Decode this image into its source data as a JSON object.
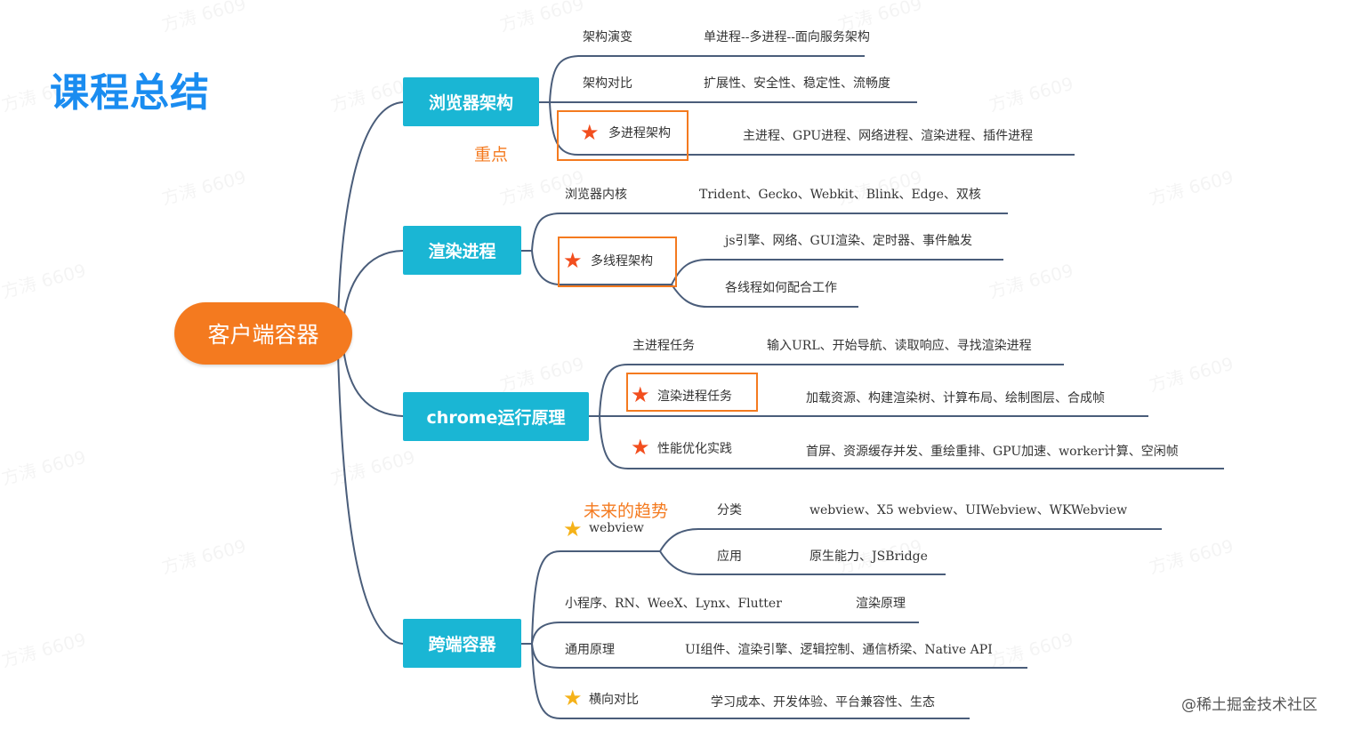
{
  "title": "课程总结",
  "root": "客户端容器",
  "branches": {
    "browser_arch": {
      "label": "浏览器架构",
      "note": "重点",
      "items": [
        {
          "label": "架构演变",
          "detail": "单进程--多进程--面向服务架构"
        },
        {
          "label": "架构对比",
          "detail": "扩展性、安全性、稳定性、流畅度"
        },
        {
          "label": "多进程架构",
          "detail": "主进程、GPU进程、网络进程、渲染进程、插件进程"
        }
      ]
    },
    "render_process": {
      "label": "渲染进程",
      "kernel": {
        "label": "浏览器内核",
        "detail": "Trident、Gecko、Webkit、Blink、Edge、双核"
      },
      "multithread": {
        "label": "多线程架构",
        "children": [
          "js引擎、网络、GUI渲染、定时器、事件触发",
          "各线程如何配合工作"
        ]
      }
    },
    "chrome": {
      "label": "chrome运行原理",
      "items": [
        {
          "label": "主进程任务",
          "detail": "输入URL、开始导航、读取响应、寻找渲染进程"
        },
        {
          "label": "渲染进程任务",
          "detail": "加载资源、构建渲染树、计算布局、绘制图层、合成帧"
        },
        {
          "label": "性能优化实践",
          "detail": "首屏、资源缓存并发、重绘重排、GPU加速、worker计算、空闲帧"
        }
      ]
    },
    "cross": {
      "label": "跨端容器",
      "note": "未来的趋势",
      "webview": {
        "label": "webview",
        "children": [
          {
            "label": "分类",
            "detail": "webview、X5 webview、UIWebview、WKWebview"
          },
          {
            "label": "应用",
            "detail": "原生能力、JSBridge"
          }
        ]
      },
      "items": [
        {
          "label": "小程序、RN、WeeX、Lynx、Flutter",
          "detail": "渲染原理"
        },
        {
          "label": "通用原理",
          "detail": "UI组件、渲染引擎、逻辑控制、通信桥梁、Native API"
        },
        {
          "label": "横向对比",
          "detail": "学习成本、开发体验、平台兼容性、生态"
        }
      ]
    }
  },
  "watermark": "方涛 6609",
  "credit": "@稀土掘金技术社区",
  "colors": {
    "title": "#1a8cf0",
    "root": "#f47a1f",
    "main": "#1ab6d4",
    "highlight": "#f47a1f",
    "star_red": "#f24e1e",
    "star_gold": "#f5b219",
    "line": "#4a5d7a"
  },
  "icons": {
    "important": "star-red-icon",
    "trend": "star-gold-icon"
  }
}
